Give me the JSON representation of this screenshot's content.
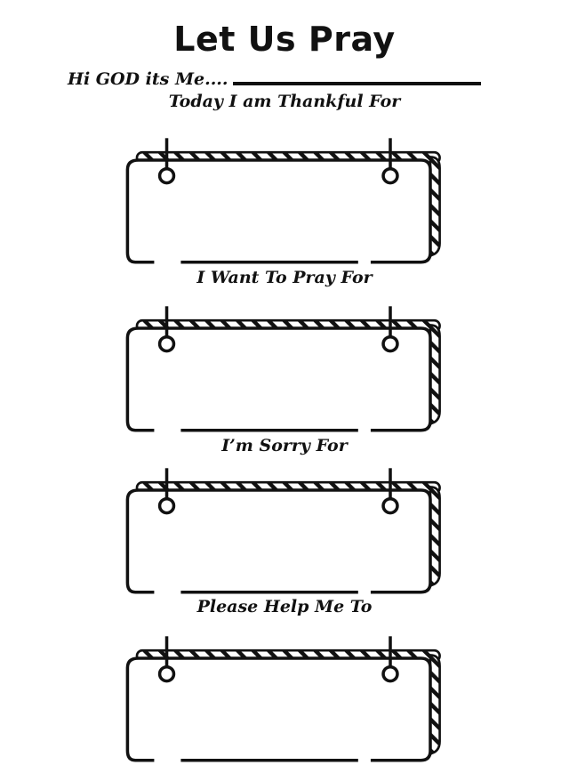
{
  "worksheet": {
    "title": "Let Us Pray",
    "greeting": "Hi GOD its Me....",
    "sections": [
      {
        "label": "Today I am Thankful For"
      },
      {
        "label": "I Want To Pray For"
      },
      {
        "label": "I’m Sorry For"
      },
      {
        "label": "Please Help Me To"
      }
    ]
  }
}
